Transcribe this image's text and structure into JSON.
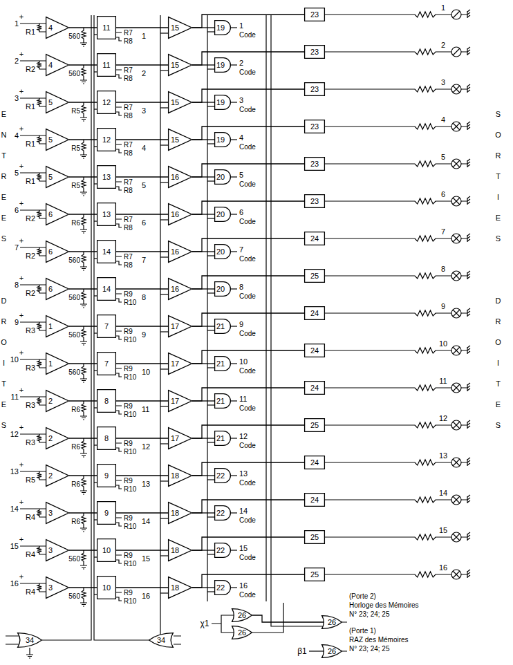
{
  "diagram": {
    "nodes": [
      {
        "text": [
          "4"
        ]
      },
      {
        "text": [
          "11"
        ]
      },
      {
        "text": [
          "15"
        ]
      },
      {
        "text": [
          "19"
        ]
      },
      {
        "text": [
          "23"
        ]
      },
      {
        "text": [
          "4"
        ]
      },
      {
        "text": [
          "11"
        ]
      },
      {
        "text": [
          "15"
        ]
      },
      {
        "text": [
          "19"
        ]
      },
      {
        "text": [
          "23"
        ]
      },
      {
        "text": [
          "5"
        ]
      },
      {
        "text": [
          "12"
        ]
      },
      {
        "text": [
          "15"
        ]
      },
      {
        "text": [
          "19"
        ]
      },
      {
        "text": [
          "23"
        ]
      },
      {
        "text": [
          "5"
        ]
      },
      {
        "text": [
          "12"
        ]
      },
      {
        "text": [
          "15"
        ]
      },
      {
        "text": [
          "19"
        ]
      },
      {
        "text": [
          "23"
        ]
      },
      {
        "text": [
          "5"
        ]
      },
      {
        "text": [
          "13"
        ]
      },
      {
        "text": [
          "16"
        ]
      },
      {
        "text": [
          "20"
        ]
      },
      {
        "text": [
          "23"
        ]
      },
      {
        "text": [
          "6"
        ]
      },
      {
        "text": [
          "13"
        ]
      },
      {
        "text": [
          "16"
        ]
      },
      {
        "text": [
          "20"
        ]
      },
      {
        "text": [
          "23"
        ]
      },
      {
        "text": [
          "6"
        ]
      },
      {
        "text": [
          "14"
        ]
      },
      {
        "text": [
          "16"
        ]
      },
      {
        "text": [
          "20"
        ]
      },
      {
        "text": [
          "24"
        ]
      },
      {
        "text": [
          "6"
        ]
      },
      {
        "text": [
          "14"
        ]
      },
      {
        "text": [
          "16"
        ]
      },
      {
        "text": [
          "20"
        ]
      },
      {
        "text": [
          "25"
        ]
      },
      {
        "text": [
          "1"
        ]
      },
      {
        "text": [
          "7"
        ]
      },
      {
        "text": [
          "17"
        ]
      },
      {
        "text": [
          "21"
        ]
      },
      {
        "text": [
          "24"
        ]
      },
      {
        "text": [
          "1"
        ]
      },
      {
        "text": [
          "7"
        ]
      },
      {
        "text": [
          "17"
        ]
      },
      {
        "text": [
          "21"
        ]
      },
      {
        "text": [
          "24"
        ]
      },
      {
        "text": [
          "2"
        ]
      },
      {
        "text": [
          "8"
        ]
      },
      {
        "text": [
          "17"
        ]
      },
      {
        "text": [
          "21"
        ]
      },
      {
        "text": [
          "24"
        ]
      },
      {
        "text": [
          "2"
        ]
      },
      {
        "text": [
          "8"
        ]
      },
      {
        "text": [
          "17"
        ]
      },
      {
        "text": [
          "21"
        ]
      },
      {
        "text": [
          "25"
        ]
      },
      {
        "text": [
          "2"
        ]
      },
      {
        "text": [
          "9"
        ]
      },
      {
        "text": [
          "18"
        ]
      },
      {
        "text": [
          "22"
        ]
      },
      {
        "text": [
          "24"
        ]
      },
      {
        "text": [
          "3"
        ]
      },
      {
        "text": [
          "9"
        ]
      },
      {
        "text": [
          "18"
        ]
      },
      {
        "text": [
          "22"
        ]
      },
      {
        "text": [
          "24"
        ]
      },
      {
        "text": [
          "3"
        ]
      },
      {
        "text": [
          "10"
        ]
      },
      {
        "text": [
          "18"
        ]
      },
      {
        "text": [
          "22"
        ]
      },
      {
        "text": [
          "25"
        ]
      },
      {
        "text": [
          "3"
        ]
      },
      {
        "text": [
          "10"
        ]
      },
      {
        "text": [
          "18"
        ]
      },
      {
        "text": [
          "22"
        ]
      },
      {
        "text": [
          "25"
        ]
      },
      {
        "text": [
          "26"
        ]
      },
      {
        "text": [
          "26"
        ]
      },
      {
        "text": [
          "26"
        ]
      },
      {
        "text": [
          "34"
        ]
      },
      {
        "text": [
          "34"
        ]
      },
      {
        "text": [
          "26"
        ]
      }
    ],
    "edges": [
      {
        "from": 0,
        "to": 1,
        "arrow": "none"
      },
      {
        "from": 1,
        "to": 2,
        "arrow": "none"
      },
      {
        "from": 2,
        "to": 3,
        "arrow": "none"
      },
      {
        "from": 2,
        "to": 4,
        "arrow": "none"
      },
      {
        "from": 5,
        "to": 6,
        "arrow": "none"
      },
      {
        "from": 6,
        "to": 7,
        "arrow": "none"
      },
      {
        "from": 7,
        "to": 8,
        "arrow": "none"
      },
      {
        "from": 7,
        "to": 9,
        "arrow": "none"
      },
      {
        "from": 10,
        "to": 11,
        "arrow": "none"
      },
      {
        "from": 11,
        "to": 12,
        "arrow": "none"
      },
      {
        "from": 12,
        "to": 13,
        "arrow": "none"
      },
      {
        "from": 12,
        "to": 14,
        "arrow": "none"
      },
      {
        "from": 15,
        "to": 16,
        "arrow": "none"
      },
      {
        "from": 16,
        "to": 17,
        "arrow": "none"
      },
      {
        "from": 17,
        "to": 18,
        "arrow": "none"
      },
      {
        "from": 17,
        "to": 19,
        "arrow": "none"
      },
      {
        "from": 20,
        "to": 21,
        "arrow": "none"
      },
      {
        "from": 21,
        "to": 22,
        "arrow": "none"
      },
      {
        "from": 22,
        "to": 23,
        "arrow": "none"
      },
      {
        "from": 22,
        "to": 24,
        "arrow": "none"
      },
      {
        "from": 25,
        "to": 26,
        "arrow": "none"
      },
      {
        "from": 26,
        "to": 27,
        "arrow": "none"
      },
      {
        "from": 27,
        "to": 28,
        "arrow": "none"
      },
      {
        "from": 27,
        "to": 29,
        "arrow": "none"
      },
      {
        "from": 30,
        "to": 31,
        "arrow": "none"
      },
      {
        "from": 31,
        "to": 32,
        "arrow": "none"
      },
      {
        "from": 32,
        "to": 33,
        "arrow": "none"
      },
      {
        "from": 32,
        "to": 34,
        "arrow": "none"
      },
      {
        "from": 35,
        "to": 36,
        "arrow": "none"
      },
      {
        "from": 36,
        "to": 37,
        "arrow": "none"
      },
      {
        "from": 37,
        "to": 38,
        "arrow": "none"
      },
      {
        "from": 37,
        "to": 39,
        "arrow": "none"
      },
      {
        "from": 40,
        "to": 41,
        "arrow": "none"
      },
      {
        "from": 41,
        "to": 42,
        "arrow": "none"
      },
      {
        "from": 42,
        "to": 43,
        "arrow": "none"
      },
      {
        "from": 42,
        "to": 44,
        "arrow": "none"
      },
      {
        "from": 45,
        "to": 46,
        "arrow": "none"
      },
      {
        "from": 46,
        "to": 47,
        "arrow": "none"
      },
      {
        "from": 47,
        "to": 48,
        "arrow": "none"
      },
      {
        "from": 47,
        "to": 49,
        "arrow": "none"
      },
      {
        "from": 50,
        "to": 51,
        "arrow": "none"
      },
      {
        "from": 51,
        "to": 52,
        "arrow": "none"
      },
      {
        "from": 52,
        "to": 53,
        "arrow": "none"
      },
      {
        "from": 52,
        "to": 54,
        "arrow": "none"
      },
      {
        "from": 55,
        "to": 56,
        "arrow": "none"
      },
      {
        "from": 56,
        "to": 57,
        "arrow": "none"
      },
      {
        "from": 57,
        "to": 58,
        "arrow": "none"
      },
      {
        "from": 57,
        "to": 59,
        "arrow": "none"
      },
      {
        "from": 60,
        "to": 61,
        "arrow": "none"
      },
      {
        "from": 61,
        "to": 62,
        "arrow": "none"
      },
      {
        "from": 62,
        "to": 63,
        "arrow": "none"
      },
      {
        "from": 62,
        "to": 64,
        "arrow": "none"
      },
      {
        "from": 65,
        "to": 66,
        "arrow": "none"
      },
      {
        "from": 66,
        "to": 67,
        "arrow": "none"
      },
      {
        "from": 67,
        "to": 68,
        "arrow": "none"
      },
      {
        "from": 67,
        "to": 69,
        "arrow": "none"
      },
      {
        "from": 70,
        "to": 71,
        "arrow": "none"
      },
      {
        "from": 71,
        "to": 72,
        "arrow": "none"
      },
      {
        "from": 72,
        "to": 73,
        "arrow": "none"
      },
      {
        "from": 72,
        "to": 74,
        "arrow": "none"
      },
      {
        "from": 75,
        "to": 76,
        "arrow": "none"
      },
      {
        "from": 76,
        "to": 77,
        "arrow": "none"
      },
      {
        "from": 77,
        "to": 78,
        "arrow": "none"
      },
      {
        "from": 77,
        "to": 79,
        "arrow": "none"
      },
      {
        "from": 80,
        "to": 81,
        "arrow": "none"
      }
    ],
    "labels": [
      "1",
      "+",
      "R1",
      "560",
      "R7",
      "R8",
      "1",
      "1",
      "Code",
      "1",
      "2",
      "+",
      "R2",
      "560",
      "R7",
      "R8",
      "2",
      "2",
      "Code",
      "2",
      "3",
      "+",
      "R1",
      "R5",
      "R7",
      "R8",
      "3",
      "3",
      "Code",
      "3",
      "4",
      "+",
      "R1",
      "R5",
      "R7",
      "R8",
      "4",
      "4",
      "Code",
      "4",
      "5",
      "+",
      "R1",
      "R5",
      "R7",
      "R8",
      "5",
      "5",
      "Code",
      "5",
      "6",
      "+",
      "R2",
      "R6",
      "R7",
      "R8",
      "6",
      "6",
      "Code",
      "6",
      "7",
      "+",
      "R2",
      "560",
      "R7",
      "R8",
      "7",
      "7",
      "Code",
      "7",
      "8",
      "+",
      "R2",
      "560",
      "R9",
      "R10",
      "8",
      "8",
      "Code",
      "8",
      "9",
      "+",
      "R3",
      "560",
      "R9",
      "R10",
      "9",
      "9",
      "Code",
      "9",
      "10",
      "+",
      "R3",
      "560",
      "R9",
      "R10",
      "10",
      "10",
      "Code",
      "10",
      "11",
      "+",
      "R3",
      "R6",
      "R9",
      "R10",
      "11",
      "11",
      "Code",
      "11",
      "12",
      "+",
      "R3",
      "R6",
      "R9",
      "R10",
      "12",
      "12",
      "Code",
      "12",
      "13",
      "+",
      "R5",
      "R6",
      "R9",
      "R10",
      "13",
      "13",
      "Code",
      "13",
      "14",
      "+",
      "R4",
      "R6",
      "R9",
      "R10",
      "14",
      "14",
      "Code",
      "14",
      "15",
      "+",
      "R4",
      "560",
      "R9",
      "R10",
      "15",
      "15",
      "Code",
      "15",
      "16",
      "+",
      "R4",
      "560",
      "R9",
      "R10",
      "16",
      "16",
      "Code",
      "16",
      "ENTREES",
      "DROITES",
      "SORTIES",
      "DROITES",
      "χ1",
      "β1",
      "(Porte 2)",
      "Horloge des Mémoires",
      "N° 23; 24; 25",
      "(Porte 1)",
      "RAZ des Mémoires",
      "N° 23; 24; 25"
    ]
  }
}
